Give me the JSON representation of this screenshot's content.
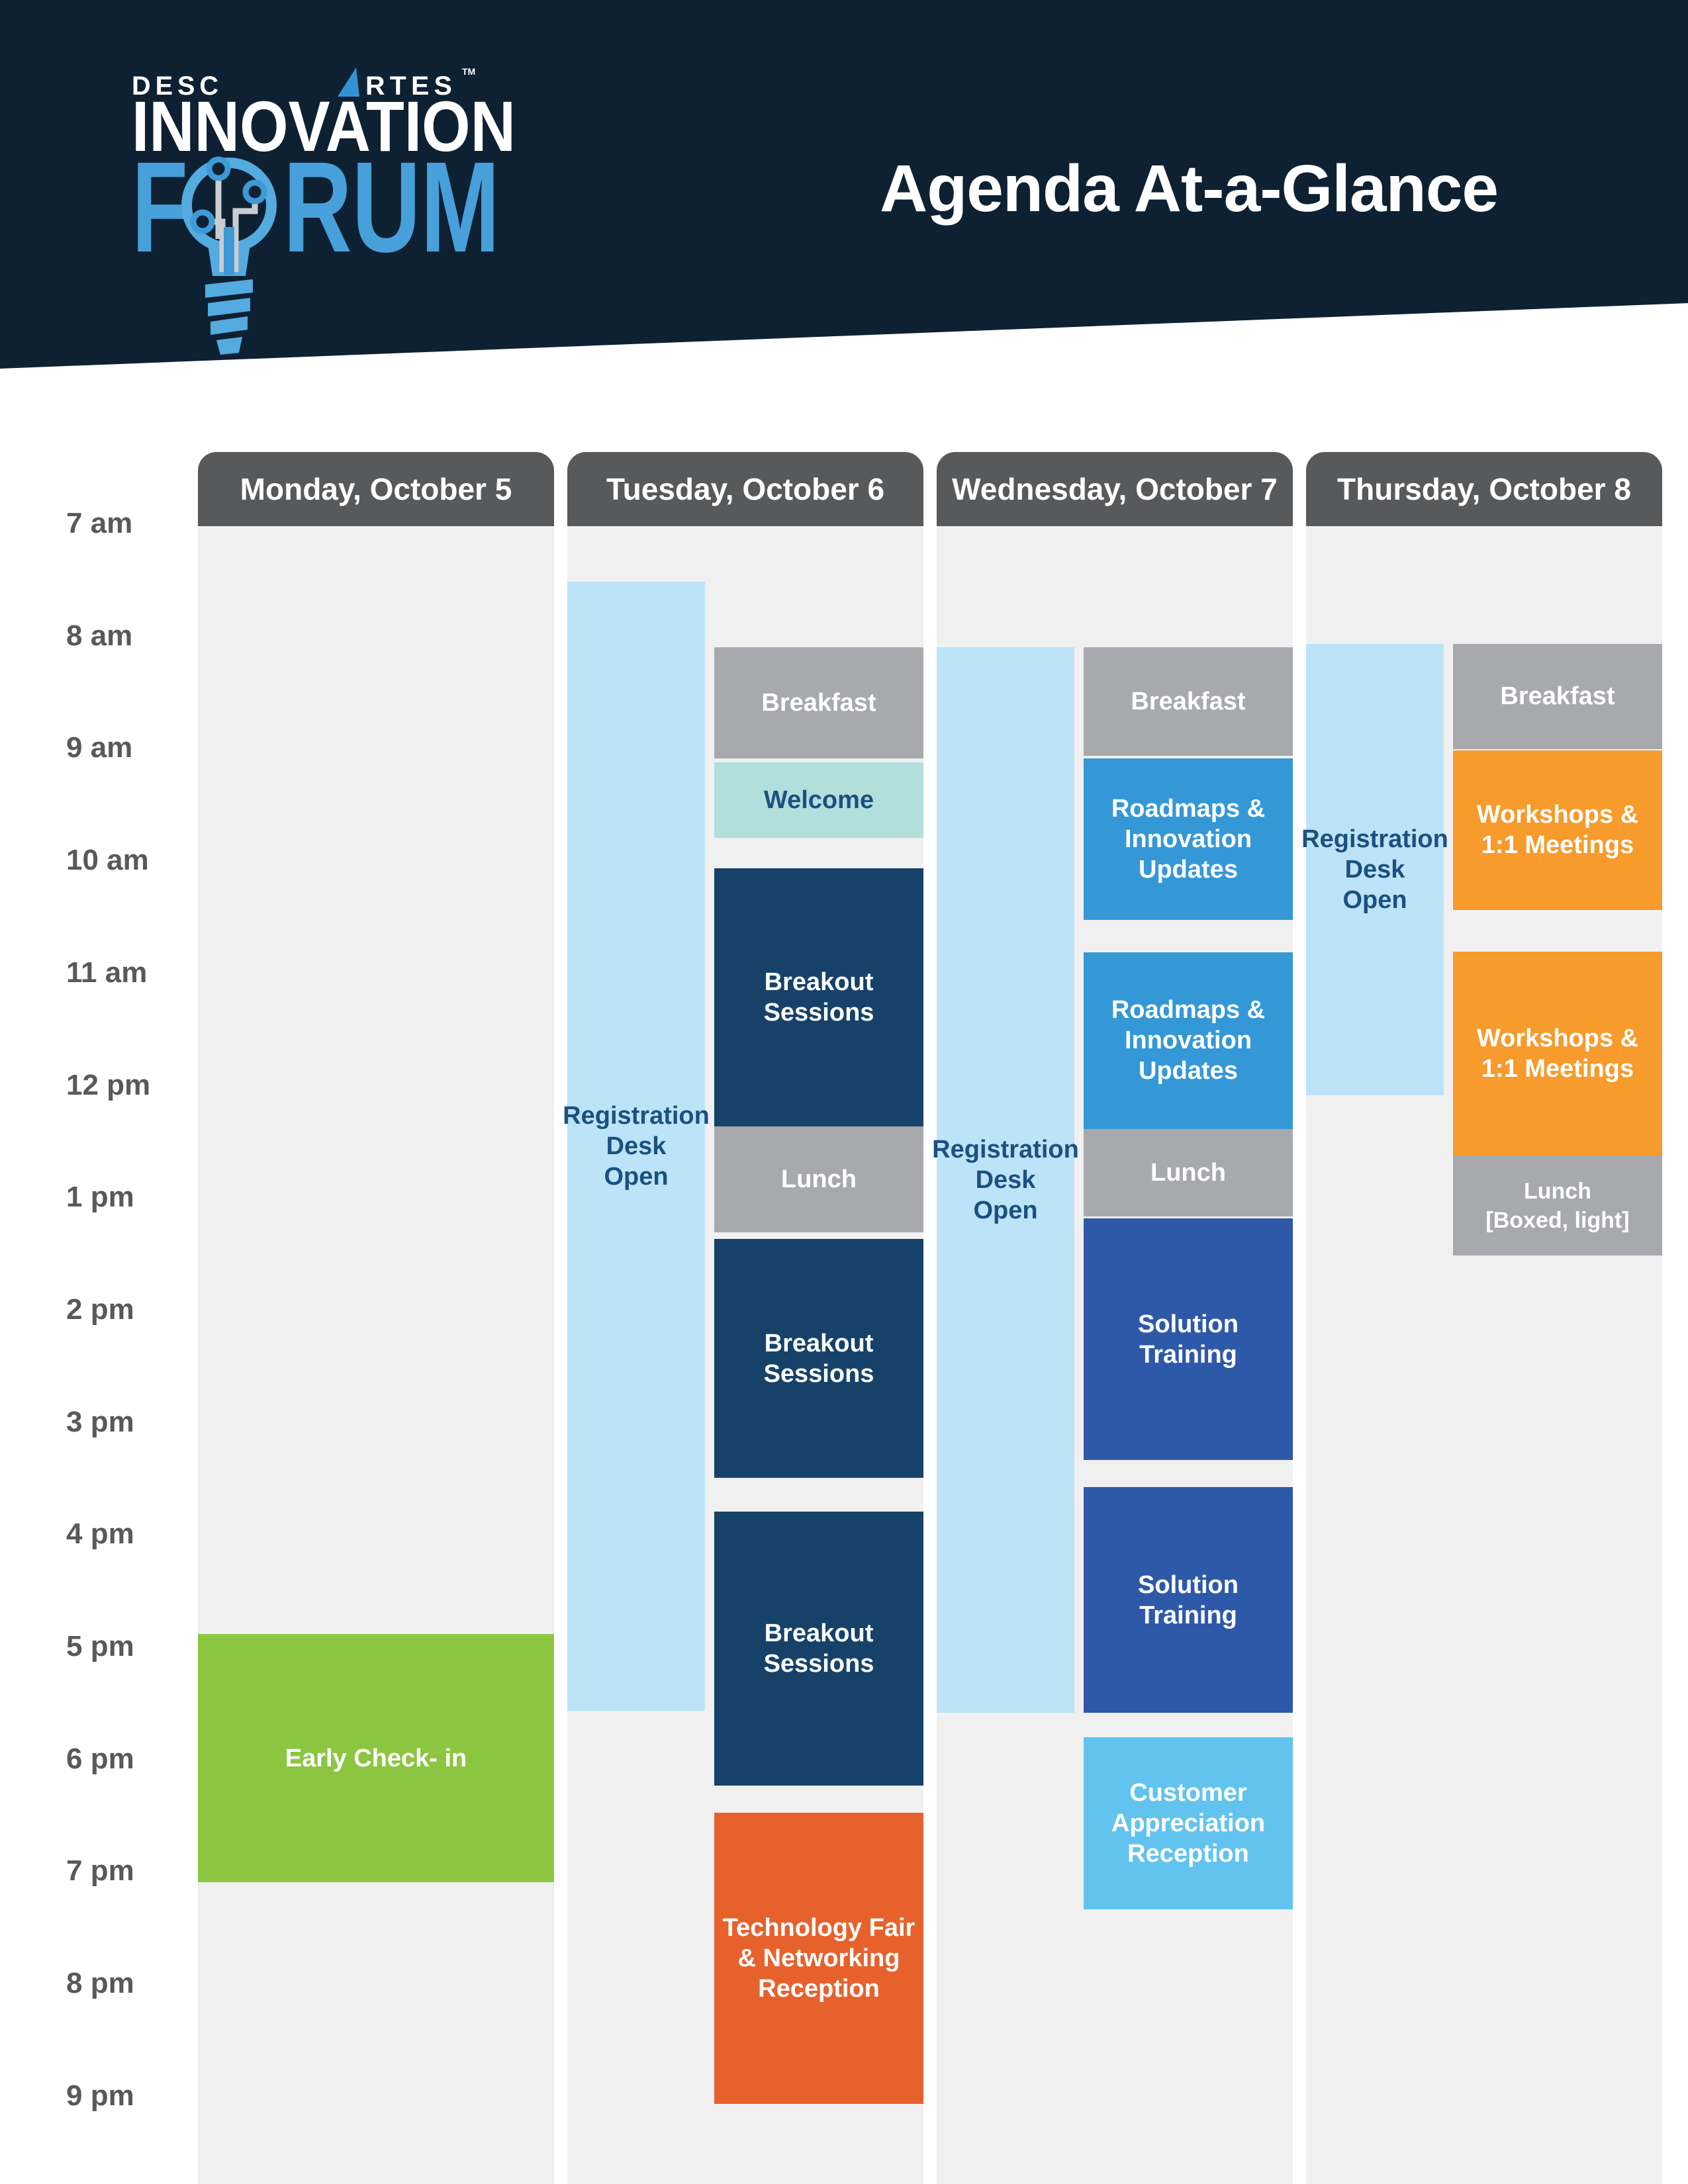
{
  "header": {
    "brand_prefix": "DESC",
    "brand_suffix": "RTES",
    "brand_tm": "TM",
    "brand_line1": "INNOVATION",
    "forum_f": "F",
    "forum_rum": "RUM",
    "title": "Agenda At-a-Glance"
  },
  "colors": {
    "header_bg": "#0E2133",
    "logo_blue": "#47A0D9",
    "bulb_blue": "#54ABDF",
    "node_blue": "#3D9AD6",
    "circuit_gray": "#C9CDD2",
    "day_header_bg": "#58595B",
    "column_bg": "#F0F0F1",
    "time_label": "#58595B",
    "registration": "#BDE3F8",
    "meal_gray": "#A7A9AC",
    "welcome_teal": "#B2DEDC",
    "breakout_navy": "#164269",
    "roadmaps_blue": "#3498D7",
    "solution_blue": "#2E59A8",
    "reception_blue": "#62C3EE",
    "workshops_orange": "#F69B2C",
    "techfair_orange": "#E7612D",
    "checkin_green": "#8CC640",
    "navy_text": "#1B5180",
    "white_text": "#FFFFFF"
  },
  "time_labels": [
    {
      "label": "7 am",
      "hour": 7
    },
    {
      "label": "8 am",
      "hour": 8
    },
    {
      "label": "9 am",
      "hour": 9
    },
    {
      "label": "10 am",
      "hour": 10
    },
    {
      "label": "11 am",
      "hour": 11
    },
    {
      "label": "12 pm",
      "hour": 12
    },
    {
      "label": "1 pm",
      "hour": 13
    },
    {
      "label": "2 pm",
      "hour": 14
    },
    {
      "label": "3 pm",
      "hour": 15
    },
    {
      "label": "4 pm",
      "hour": 16
    },
    {
      "label": "5 pm",
      "hour": 17
    },
    {
      "label": "6 pm",
      "hour": 18
    },
    {
      "label": "7 pm",
      "hour": 19
    },
    {
      "label": "8 pm",
      "hour": 20
    },
    {
      "label": "9 pm",
      "hour": 21
    }
  ],
  "days": [
    {
      "header": "Monday, October 5",
      "events": [
        {
          "label": "Early Check- in",
          "lane": "full",
          "color": "checkin_green",
          "text": "white",
          "start": 16.89,
          "end": 19.1
        }
      ]
    },
    {
      "header": "Tuesday, October 6",
      "events": [
        {
          "label": "Registration\nDesk\nOpen",
          "lane": "left",
          "color": "registration",
          "text": "navy",
          "start": 7.52,
          "end": 17.57
        },
        {
          "label": "Breakfast",
          "lane": "right",
          "color": "meal_gray",
          "text": "white",
          "start": 8.1,
          "end": 9.09
        },
        {
          "label": "Welcome",
          "lane": "right",
          "color": "welcome_teal",
          "text": "navy",
          "start": 9.13,
          "end": 9.8
        },
        {
          "label": "Breakout\nSessions",
          "lane": "right",
          "color": "breakout_navy",
          "text": "white",
          "start": 10.07,
          "end": 12.37
        },
        {
          "label": "Lunch",
          "lane": "right",
          "color": "meal_gray",
          "text": "white",
          "start": 12.37,
          "end": 13.31
        },
        {
          "label": "Breakout\nSessions",
          "lane": "right",
          "color": "breakout_navy",
          "text": "white",
          "start": 13.37,
          "end": 15.5
        },
        {
          "label": "Breakout\nSessions",
          "lane": "right",
          "color": "breakout_navy",
          "text": "white",
          "start": 15.8,
          "end": 18.24
        },
        {
          "label": "Technology Fair\n& Networking\nReception",
          "lane": "right",
          "color": "techfair_orange",
          "text": "white",
          "start": 18.48,
          "end": 21.07
        }
      ]
    },
    {
      "header": "Wednesday, October 7",
      "events": [
        {
          "label": "Registration\nDesk\nOpen",
          "lane": "left",
          "color": "registration",
          "text": "navy",
          "start": 8.1,
          "end": 17.59
        },
        {
          "label": "Breakfast",
          "lane": "right",
          "color": "meal_gray",
          "text": "white",
          "start": 8.1,
          "end": 9.07
        },
        {
          "label": "Roadmaps &\nInnovation\nUpdates",
          "lane": "right",
          "color": "roadmaps_blue",
          "text": "white",
          "start": 9.09,
          "end": 10.53
        },
        {
          "label": "Roadmaps &\nInnovation\nUpdates",
          "lane": "right",
          "color": "roadmaps_blue",
          "text": "white",
          "start": 10.82,
          "end": 12.39
        },
        {
          "label": "Lunch",
          "lane": "right",
          "color": "meal_gray",
          "text": "white",
          "start": 12.39,
          "end": 13.17
        },
        {
          "label": "Solution\nTraining",
          "lane": "right",
          "color": "solution_blue",
          "text": "white",
          "start": 13.19,
          "end": 15.34
        },
        {
          "label": "Solution\nTraining",
          "lane": "right",
          "color": "solution_blue",
          "text": "white",
          "start": 15.58,
          "end": 17.59
        },
        {
          "label": "Customer\nAppreciation\nReception",
          "lane": "right",
          "color": "reception_blue",
          "text": "white",
          "start": 17.81,
          "end": 19.34
        }
      ]
    },
    {
      "header": "Thursday, October 8",
      "events": [
        {
          "label": "Registration\nDesk\nOpen",
          "lane": "left",
          "color": "registration",
          "text": "navy",
          "start": 8.07,
          "end": 12.09
        },
        {
          "label": "Breakfast",
          "lane": "right",
          "color": "meal_gray",
          "text": "white",
          "start": 8.07,
          "end": 9.01
        },
        {
          "label": "Workshops &\n1:1 Meetings",
          "lane": "right",
          "color": "workshops_orange",
          "text": "white",
          "start": 9.02,
          "end": 10.44
        },
        {
          "label": "Workshops &\n1:1 Meetings",
          "lane": "right",
          "color": "workshops_orange",
          "text": "white",
          "start": 10.81,
          "end": 12.63
        },
        {
          "label": "Lunch\n[Boxed, light]",
          "lane": "right",
          "color": "meal_gray",
          "text": "white",
          "small": true,
          "start": 12.63,
          "end": 13.52
        }
      ]
    }
  ]
}
